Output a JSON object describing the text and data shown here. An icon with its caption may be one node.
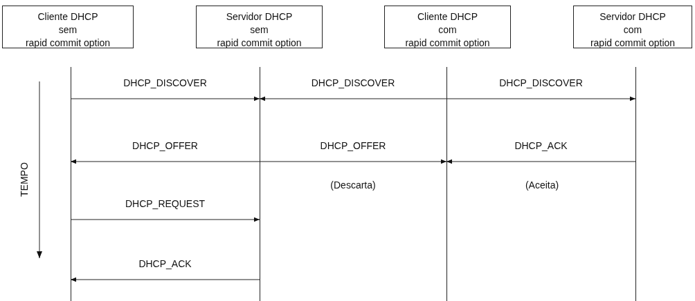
{
  "diagram": {
    "nodes": [
      {
        "text": [
          "Cliente DHCP",
          "sem",
          "rapid commit option"
        ]
      },
      {
        "text": [
          "Servidor DHCP",
          "sem",
          "rapid commit option"
        ]
      },
      {
        "text": [
          "Cliente DHCP",
          "com",
          "rapid commit option"
        ]
      },
      {
        "text": [
          "Servidor DHCP",
          "com",
          "rapid commit option"
        ]
      }
    ],
    "edges": [
      {
        "from": 0,
        "to": 1,
        "arrow": "to",
        "label": "DHCP_DISCOVER"
      },
      {
        "from": 2,
        "to": 1,
        "arrow": "to",
        "label": "DHCP_DISCOVER"
      },
      {
        "from": 2,
        "to": 3,
        "arrow": "to",
        "label": "DHCP_DISCOVER"
      },
      {
        "from": 1,
        "to": 0,
        "arrow": "to",
        "label": "DHCP_OFFER"
      },
      {
        "from": 1,
        "to": 2,
        "arrow": "to",
        "label": "DHCP_OFFER"
      },
      {
        "from": 3,
        "to": 2,
        "arrow": "to",
        "label": "DHCP_ACK"
      },
      {
        "from": 0,
        "to": 1,
        "arrow": "to",
        "label": "DHCP_REQUEST"
      },
      {
        "from": 1,
        "to": 0,
        "arrow": "to",
        "label": "DHCP_ACK"
      }
    ],
    "labels": [
      "TEMPO",
      "(Descarta)",
      "(Aceita)"
    ]
  }
}
